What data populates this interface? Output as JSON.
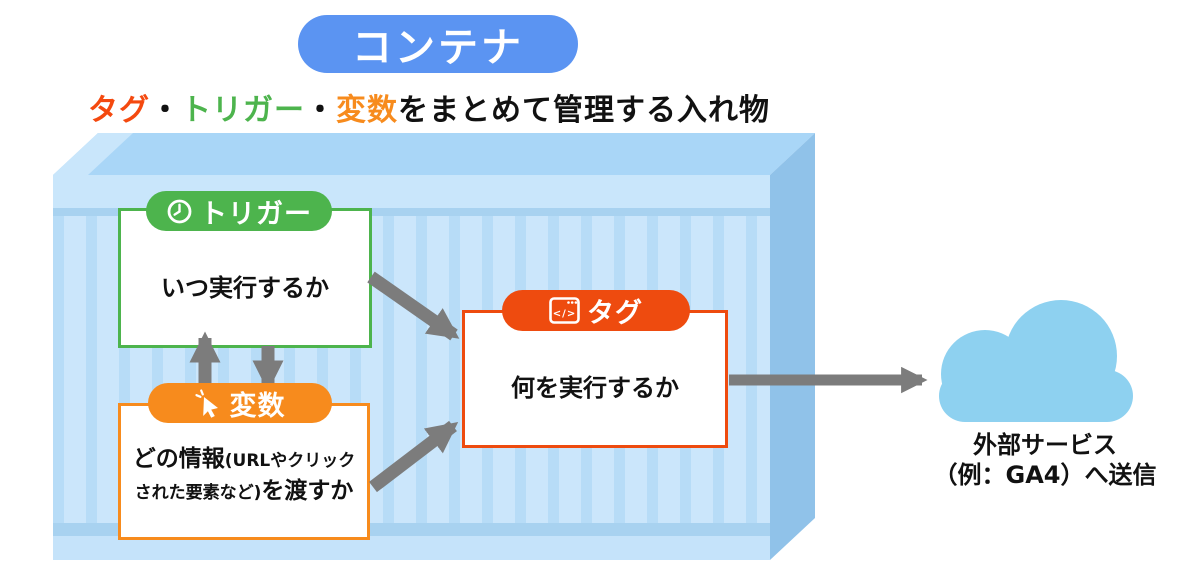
{
  "title": {
    "label": "コンテナ"
  },
  "subtitle": {
    "full_text": "タグ・トリガー・変数をまとめて管理する入れ物",
    "parts": [
      {
        "text": "タグ"
      },
      {
        "text": "・"
      },
      {
        "text": "トリガー"
      },
      {
        "text": "・"
      },
      {
        "text": "変数"
      },
      {
        "text": "をまとめて管理する入れ物"
      }
    ]
  },
  "nodes": {
    "trigger": {
      "label": "トリガー",
      "icon": "clock-icon",
      "body": "いつ実行するか",
      "color": "#4db44d"
    },
    "variable": {
      "label": "変数",
      "icon": "cursor-click-icon",
      "color": "#f78b1d",
      "body_line1_large": "どの情報",
      "body_line1_small": "(URLやクリック",
      "body_line2_small": "された要素など)",
      "body_line2_large": "を渡すか"
    },
    "tag": {
      "label": "タグ",
      "icon": "code-window-icon",
      "icon_glyph": "</>",
      "body": "何を実行するか",
      "color": "#ee4b0f"
    }
  },
  "external_service": {
    "icon": "cloud-icon",
    "line1": "外部サービス",
    "line2": "（例：GA4）へ送信",
    "cloud_color": "#8ed1f0"
  },
  "arrows": {
    "color": "#7c7c7c",
    "items": [
      {
        "name": "arrow-variable-to-trigger",
        "direction": "up"
      },
      {
        "name": "arrow-trigger-to-variable",
        "direction": "down"
      },
      {
        "name": "arrow-trigger-to-tag",
        "direction": "diagonal-down-right"
      },
      {
        "name": "arrow-variable-to-tag",
        "direction": "diagonal-up-right"
      },
      {
        "name": "arrow-tag-to-cloud",
        "direction": "right"
      }
    ]
  },
  "colors": {
    "title_pill_blue": "#5b94f2",
    "tag_red": "#ee4b0f",
    "trigger_green": "#4db44d",
    "variable_orange": "#f78b1d",
    "container_top_face": "#a9d6f7",
    "container_side_face": "#90c2e9",
    "container_front": "#b7dcf7",
    "container_stripe": "#cbe6fb",
    "cloud_blue": "#8ed1f0",
    "arrow_gray": "#7c7c7c"
  }
}
